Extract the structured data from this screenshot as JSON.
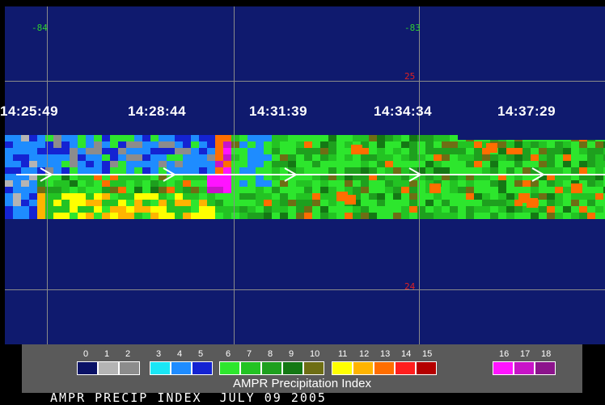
{
  "map": {
    "longitude_labels": [
      "-84",
      "-83"
    ],
    "latitude_labels": [
      "25",
      "24"
    ],
    "track_times": [
      "14:25:49",
      "14:28:44",
      "14:31:39",
      "14:34:34",
      "14:37:29"
    ],
    "background_color": "#0f1a6e",
    "track_color": "#ffffff"
  },
  "legend": {
    "title": "AMPR Precipitation Index",
    "groups": [
      {
        "labels": [
          "0",
          "1",
          "2"
        ],
        "colors": [
          "#0a1266",
          "#b4b4b4",
          "#8c8c8c"
        ]
      },
      {
        "labels": [
          "3",
          "4",
          "5"
        ],
        "colors": [
          "#19e6f5",
          "#1e8cff",
          "#1423d2"
        ]
      },
      {
        "labels": [
          "6",
          "7",
          "8",
          "9",
          "10"
        ],
        "colors": [
          "#2de62d",
          "#23c323",
          "#1ea01e",
          "#147814",
          "#6e6e14"
        ]
      },
      {
        "labels": [
          "11",
          "12",
          "13",
          "14",
          "15"
        ],
        "colors": [
          "#ffff00",
          "#ffb400",
          "#ff6e00",
          "#ff1e1e",
          "#b40000"
        ]
      },
      {
        "labels": [
          "16",
          "17",
          "18"
        ],
        "colors": [
          "#ff14ff",
          "#c814c8",
          "#8c148c"
        ]
      }
    ]
  },
  "footer": {
    "caption": "AMPR PRECIP INDEX  JULY 09 2005"
  }
}
